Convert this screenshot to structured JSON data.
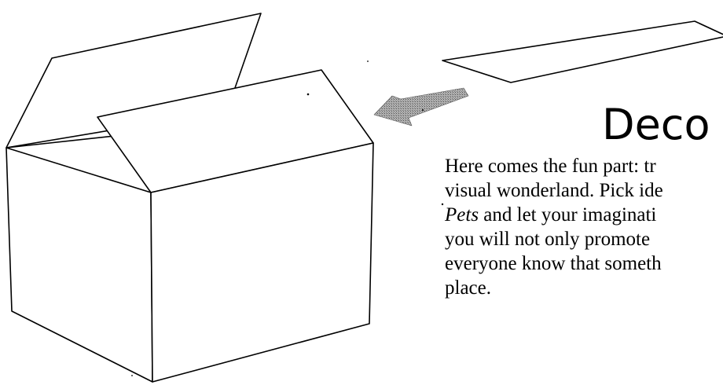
{
  "heading": "Deco",
  "body_lines": [
    {
      "text": "Here comes the fun part: tr"
    },
    {
      "text": "visual wonderland. Pick ide"
    },
    {
      "italic": "Pets",
      "text": " and let your imaginati"
    },
    {
      "text": "you will not only promote "
    },
    {
      "text": "everyone know that someth"
    },
    {
      "text": "place."
    }
  ],
  "colors": {
    "ink": "#000000",
    "arrow_fill": "#8a8a8a",
    "background": "#ffffff"
  }
}
